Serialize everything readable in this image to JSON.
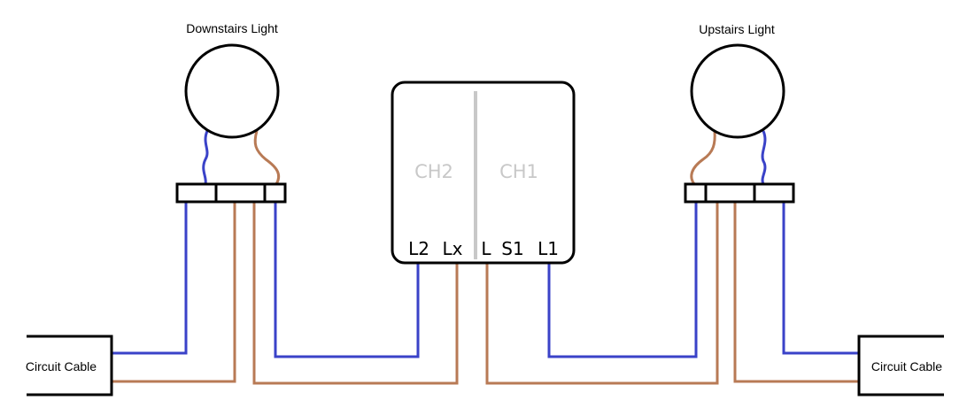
{
  "lights": {
    "downstairs": {
      "label": "Downstairs Light"
    },
    "upstairs": {
      "label": "Upstairs Light"
    }
  },
  "switch": {
    "channels": {
      "left": "CH2",
      "right": "CH1"
    },
    "terminals": {
      "l2": "L2",
      "lx": "Lx",
      "l": "L",
      "s1": "S1",
      "l1": "L1"
    }
  },
  "cables": {
    "left": "Circuit Cable",
    "right": "Circuit Cable"
  },
  "colors": {
    "neutral_wire": "#3a42c8",
    "live_wire": "#b87a55",
    "channel_text": "#c8c8c8"
  }
}
